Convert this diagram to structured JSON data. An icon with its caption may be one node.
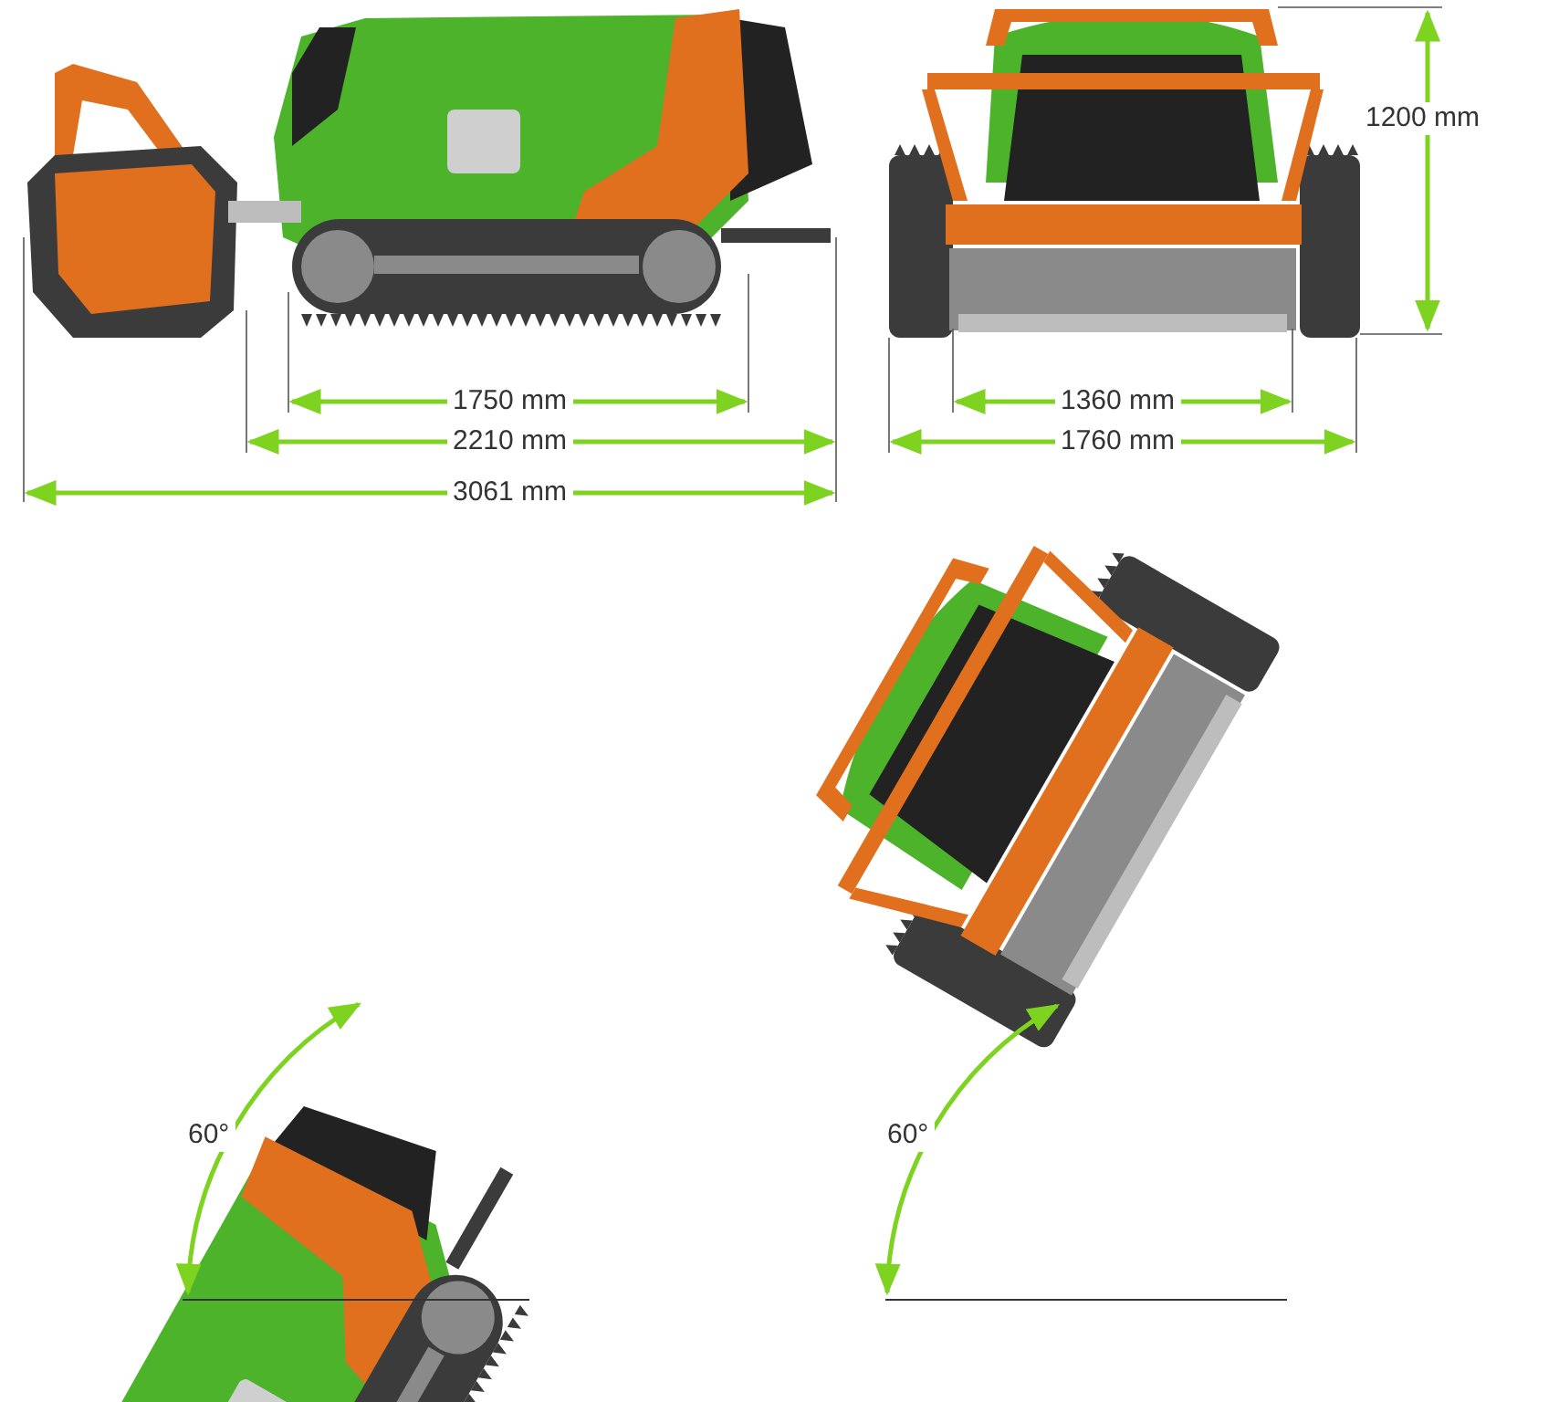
{
  "diagram": {
    "labels": [
      "1200 mm",
      "1750 mm",
      "1360 mm",
      "2210 mm",
      "1760 mm",
      "3061 mm",
      "60°",
      "60°"
    ]
  }
}
